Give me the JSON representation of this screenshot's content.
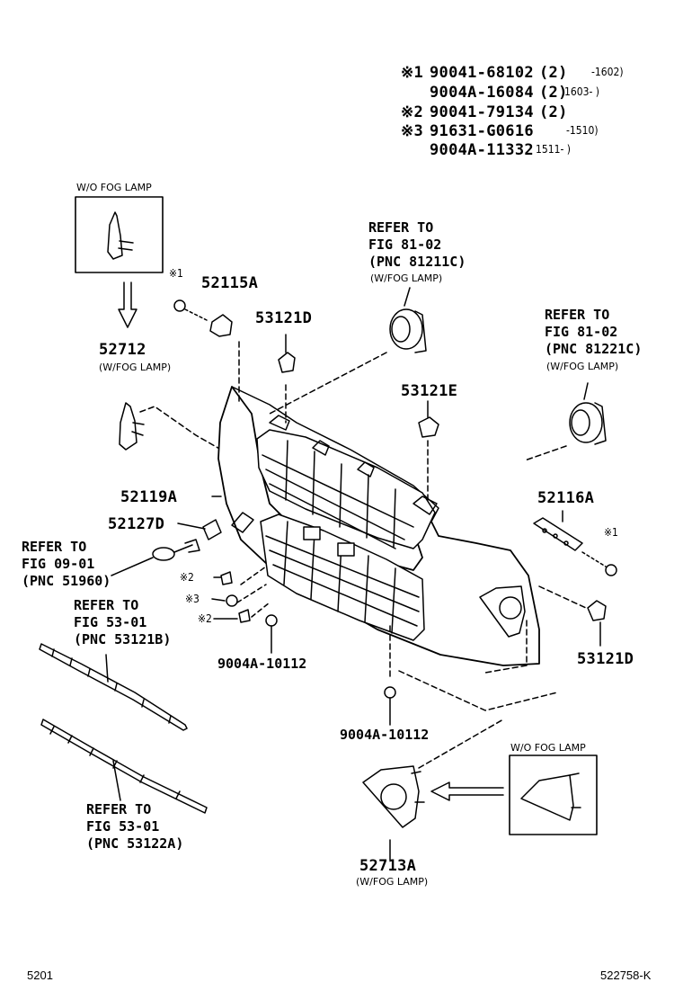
{
  "notes": [
    {
      "mark": "※1",
      "part": "90041-68102",
      "qty": "(2)",
      "range": "-1602)"
    },
    {
      "mark": "",
      "part": "9004A-16084",
      "qty": "(2)",
      "range": "1603-    )"
    },
    {
      "mark": "※2",
      "part": "90041-79134",
      "qty": "(2)",
      "range": ""
    },
    {
      "mark": "※3",
      "part": "91631-G0616",
      "qty": "",
      "range": "-1510)"
    },
    {
      "mark": "",
      "part": "9004A-11332",
      "qty": "",
      "range": "1511-    )"
    }
  ],
  "boxes": {
    "wo_fog_top": "W/O FOG LAMP",
    "wo_fog_bottom": "W/O FOG LAMP"
  },
  "callouts": {
    "p52712": "52712",
    "p52712_sub": "(W/FOG LAMP)",
    "p52115A": "52115A",
    "p53121D_top": "53121D",
    "p53121E": "53121E",
    "p52119A": "52119A",
    "p52127D": "52127D",
    "p52116A": "52116A",
    "p53121D_right": "53121D",
    "p9004A_10112_a": "9004A-10112",
    "p9004A_10112_b": "9004A-10112",
    "p52713A": "52713A",
    "p52713A_sub": "(W/FOG LAMP)",
    "mark1_top": "※1",
    "mark1_right": "※1",
    "mark2_a": "※2",
    "mark3": "※3",
    "mark2_b": "※2"
  },
  "refs": {
    "r81211C": {
      "l1": "REFER TO",
      "l2": "FIG 81-02",
      "l3": "(PNC 81211C)",
      "l4": "(W/FOG LAMP)"
    },
    "r81221C": {
      "l1": "REFER TO",
      "l2": "FIG 81-02",
      "l3": "(PNC 81221C)",
      "l4": "(W/FOG LAMP)"
    },
    "r51960": {
      "l1": "REFER TO",
      "l2": "FIG 09-01",
      "l3": "(PNC 51960)"
    },
    "r53121B": {
      "l1": "REFER TO",
      "l2": "FIG 53-01",
      "l3": "(PNC 53121B)"
    },
    "r53122A": {
      "l1": "REFER TO",
      "l2": "FIG 53-01",
      "l3": "(PNC 53122A)"
    }
  },
  "footer": {
    "left": "5201",
    "right": "522758-K"
  }
}
